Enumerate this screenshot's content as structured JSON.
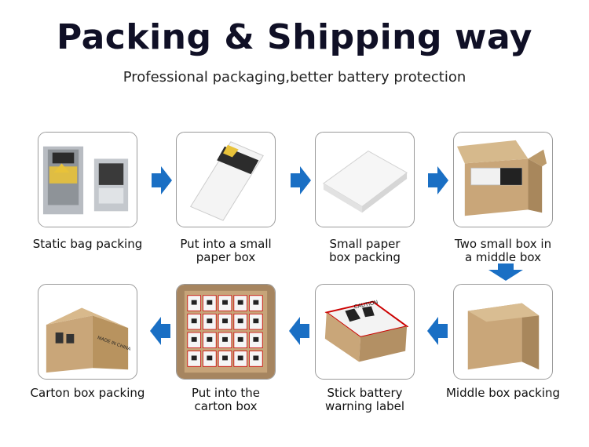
{
  "header": {
    "title": "Packing & Shipping way",
    "subtitle": "Professional packaging,better battery protection"
  },
  "steps": [
    {
      "label_line1": "Static bag packing",
      "label_line2": ""
    },
    {
      "label_line1": "Put into a small",
      "label_line2": "paper box"
    },
    {
      "label_line1": "Small paper",
      "label_line2": "box packing"
    },
    {
      "label_line1": "Two small box in",
      "label_line2": "a middle box"
    },
    {
      "label_line1": "Middle box packing",
      "label_line2": ""
    },
    {
      "label_line1": "Stick battery",
      "label_line2": "warning label"
    },
    {
      "label_line1": "Put into the",
      "label_line2": "carton box"
    },
    {
      "label_line1": "Carton box packing",
      "label_line2": ""
    }
  ],
  "images": {
    "static_bag_text": "",
    "warning_label_heading": "CAUTION",
    "carton_stamp": "MADE IN CHINA"
  },
  "colors": {
    "arrow": "#1a6fc4",
    "cardboard": "#c9a679",
    "title": "#101026"
  }
}
